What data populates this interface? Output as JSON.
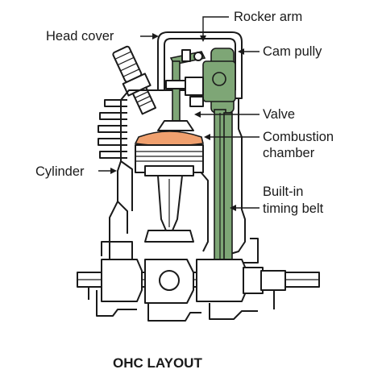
{
  "labels": {
    "rocker_arm": "Rocker arm",
    "head_cover": "Head cover",
    "cam_pully": "Cam pully",
    "valve": "Valve",
    "combustion_1": "Combustion",
    "combustion_2": "chamber",
    "cylinder": "Cylinder",
    "timing_1": "Built-in",
    "timing_2": "timing belt"
  },
  "caption": "OHC LAYOUT",
  "colors": {
    "belt_green": "#7ea676",
    "combustion_orange": "#f0a06e",
    "outline": "#1a1a1a"
  }
}
